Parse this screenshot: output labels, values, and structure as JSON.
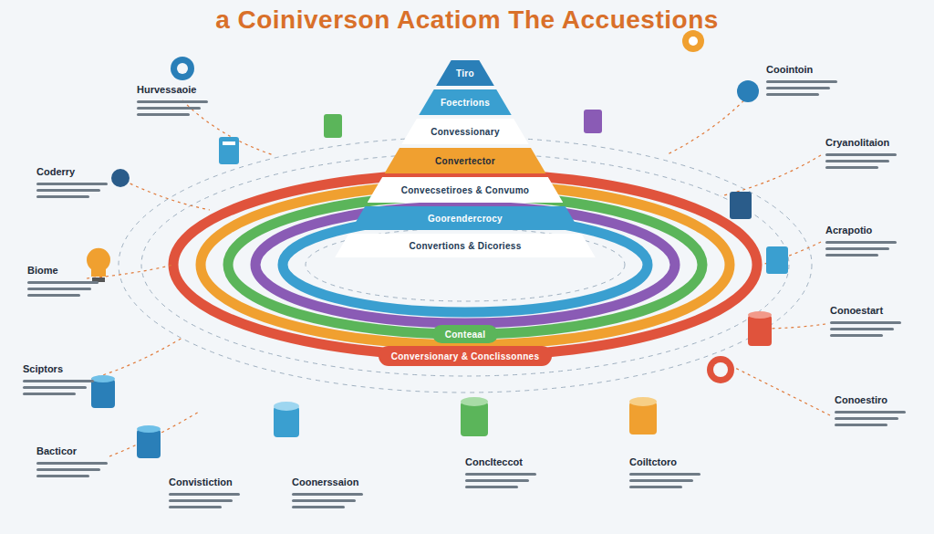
{
  "diagram": {
    "title": "a Coiniverson Acatiom The Accuestions",
    "nodes": [
      {
        "text": [
          "Tiro"
        ]
      },
      {
        "text": [
          "Foectrions"
        ]
      },
      {
        "text": [
          "Convessionary"
        ]
      },
      {
        "text": [
          "Convertector"
        ]
      },
      {
        "text": [
          "Convecsetiroes & Convumo"
        ]
      },
      {
        "text": [
          "Goorendercrocy"
        ]
      },
      {
        "text": [
          "Convertions & Dicoriess"
        ]
      },
      {
        "text": [
          "Conteaal"
        ]
      },
      {
        "text": [
          "Conversionary & Conclissonnes"
        ]
      }
    ],
    "labels": [
      "Hurvessaoie",
      "Coderry",
      "Biome",
      "Sciptors",
      "Bacticor",
      "Coointoin",
      "Cryanolitaion",
      "Acrapotio",
      "Conoestart",
      "Conoestiro",
      "Convistiction",
      "Coonerssaion",
      "Conclteccot",
      "Coiltctoro"
    ]
  }
}
